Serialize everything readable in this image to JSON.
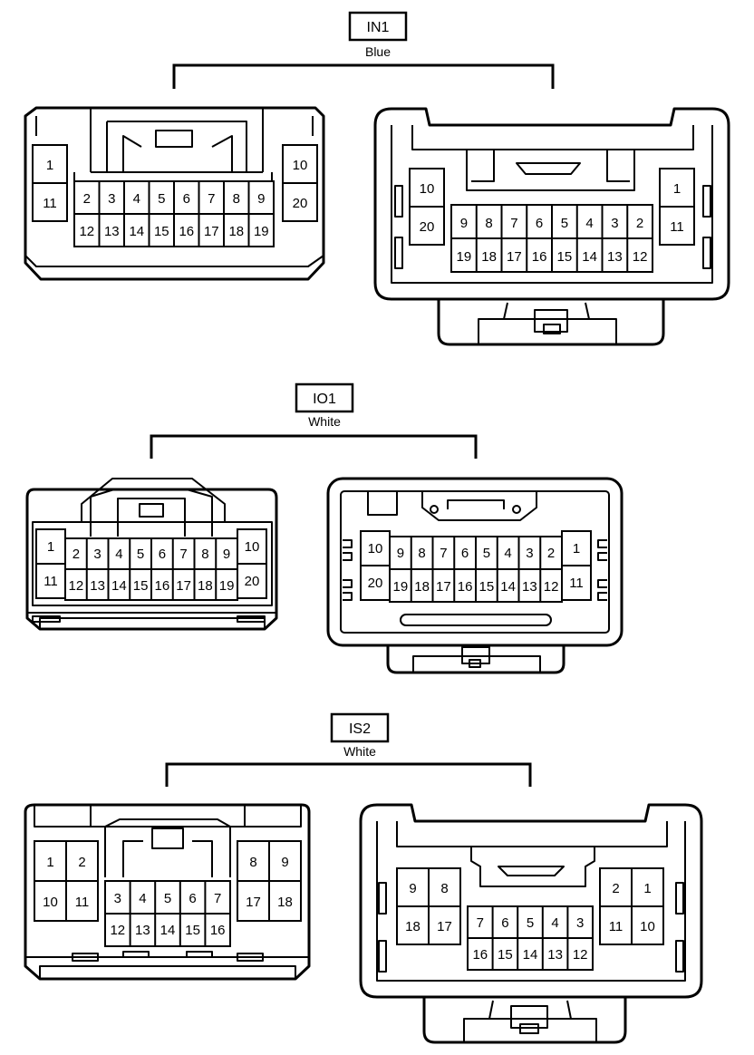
{
  "connectors": [
    {
      "id": "in1",
      "code": "IN1",
      "color": "Blue",
      "views": [
        {
          "side": "left",
          "rows": [
            [
              "1",
              "11"
            ],
            [
              "2",
              "3",
              "4",
              "5",
              "6",
              "7",
              "8",
              "9"
            ],
            [
              "12",
              "13",
              "14",
              "15",
              "16",
              "17",
              "18",
              "19"
            ],
            [
              "10",
              "20"
            ]
          ]
        },
        {
          "side": "right",
          "rows": [
            [
              "10",
              "20"
            ],
            [
              "9",
              "8",
              "7",
              "6",
              "5",
              "4",
              "3",
              "2"
            ],
            [
              "19",
              "18",
              "17",
              "16",
              "15",
              "14",
              "13",
              "12"
            ],
            [
              "1",
              "11"
            ]
          ]
        }
      ]
    },
    {
      "id": "io1",
      "code": "IO1",
      "color": "White",
      "views": [
        {
          "side": "left",
          "rows": [
            [
              "1",
              "11"
            ],
            [
              "2",
              "3",
              "4",
              "5",
              "6",
              "7",
              "8",
              "9"
            ],
            [
              "12",
              "13",
              "14",
              "15",
              "16",
              "17",
              "18",
              "19"
            ],
            [
              "10",
              "20"
            ]
          ]
        },
        {
          "side": "right",
          "rows": [
            [
              "10",
              "20"
            ],
            [
              "9",
              "8",
              "7",
              "6",
              "5",
              "4",
              "3",
              "2"
            ],
            [
              "19",
              "18",
              "17",
              "16",
              "15",
              "14",
              "13",
              "12"
            ],
            [
              "1",
              "11"
            ]
          ]
        }
      ]
    },
    {
      "id": "is2",
      "code": "IS2",
      "color": "White",
      "views": [
        {
          "side": "left",
          "rows": [
            [
              "1",
              "2",
              "10",
              "11"
            ],
            [
              "3",
              "4",
              "5",
              "6",
              "7"
            ],
            [
              "12",
              "13",
              "14",
              "15",
              "16"
            ],
            [
              "8",
              "9",
              "17",
              "18"
            ]
          ]
        },
        {
          "side": "right",
          "rows": [
            [
              "9",
              "8",
              "18",
              "17"
            ],
            [
              "7",
              "6",
              "5",
              "4",
              "3"
            ],
            [
              "16",
              "15",
              "14",
              "13",
              "12"
            ],
            [
              "2",
              "1",
              "11",
              "10"
            ]
          ]
        }
      ]
    }
  ]
}
